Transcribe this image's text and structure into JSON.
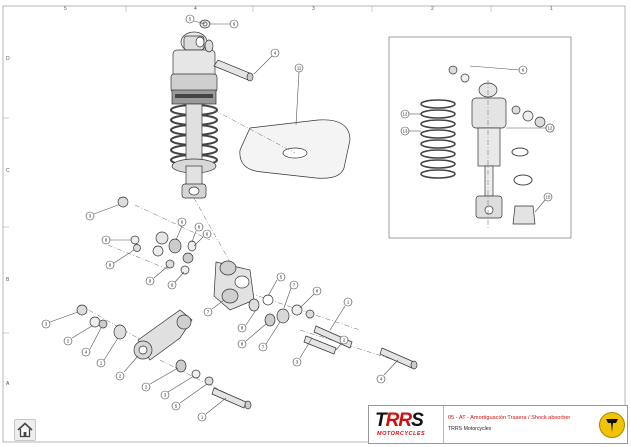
{
  "frame": {
    "columns": [
      "5",
      "4",
      "3",
      "2",
      "1"
    ],
    "rows": [
      "D",
      "C",
      "B",
      "A"
    ]
  },
  "callouts": {
    "shock_top": [
      "5",
      "6",
      "4"
    ],
    "disc": [
      "11"
    ],
    "detail": [
      "6",
      "12",
      "13",
      "12",
      "10"
    ],
    "linkage": [
      "3",
      "8",
      "8",
      "6",
      "8",
      "6",
      "9",
      "6",
      "7",
      "5",
      "7",
      "8",
      "8",
      "8",
      "7",
      "1",
      "2",
      "3",
      "4"
    ],
    "lower": [
      "3",
      "2",
      "4",
      "1",
      "2",
      "2",
      "3",
      "5",
      "1"
    ]
  },
  "title_block": {
    "logo_main_a": "T",
    "logo_main_b": "R",
    "logo_main_c": "R",
    "logo_main_d": "S",
    "logo_sub": "MOTORCYCLES",
    "title": "05 - AT - Amortiguación Trasera / Shock absorber",
    "subtitle": "TRRS Motorcycles"
  },
  "colors": {
    "brand_red": "#d01010",
    "badge_yellow": "#f2c300"
  },
  "icons": {
    "home": "home-icon",
    "badge": "trrs-shield-icon"
  }
}
